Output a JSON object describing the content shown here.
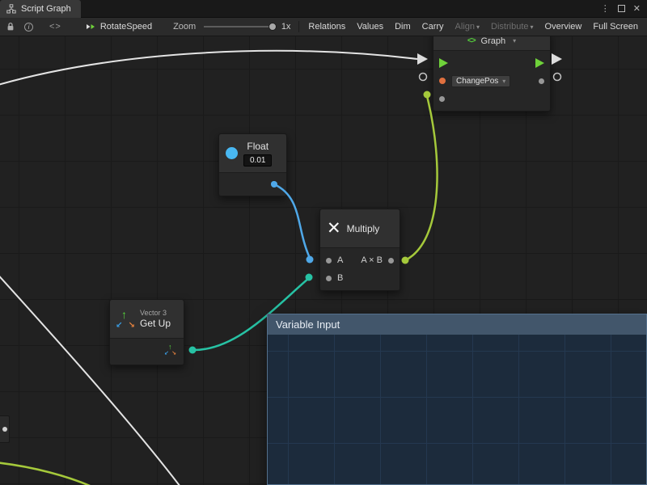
{
  "window": {
    "tab_title": "Script Graph"
  },
  "icons": {
    "kebab": "⋮",
    "close": "✕",
    "code": "<>",
    "info": "i",
    "caret_down": "▾",
    "multiply_glyph": "✕",
    "arrow_up": "↑",
    "arrow_down_left": "↙",
    "arrow_down_right": "↘"
  },
  "toolbar": {
    "graph_name": "RotateSpeed",
    "zoom_label": "Zoom",
    "zoom_value": "1x",
    "buttons": [
      {
        "label": "Relations"
      },
      {
        "label": "Values"
      },
      {
        "label": "Dim"
      },
      {
        "label": "Carry"
      },
      {
        "label": "Align"
      },
      {
        "label": "Distribute"
      },
      {
        "label": "Overview"
      },
      {
        "label": "Full Screen"
      }
    ]
  },
  "graph_node": {
    "title": "Graph",
    "variable_dropdown": "ChangePos"
  },
  "float_node": {
    "title": "Float",
    "value": "0.01"
  },
  "multiply_node": {
    "title": "Multiply",
    "input_a": "A",
    "input_b": "B",
    "output": "A × B"
  },
  "vector3_node": {
    "type_label": "Vector 3",
    "title": "Get Up"
  },
  "variable_panel": {
    "title": "Variable Input"
  },
  "colors": {
    "flow_green": "#6fd23a",
    "value_blue": "#4fa8e8",
    "vector_teal": "#27c2a4",
    "object_orange": "#e0703f",
    "wire_olive": "#a5c93b",
    "wire_white": "#e6e6e6",
    "panel_header_blue": "#42566b"
  }
}
